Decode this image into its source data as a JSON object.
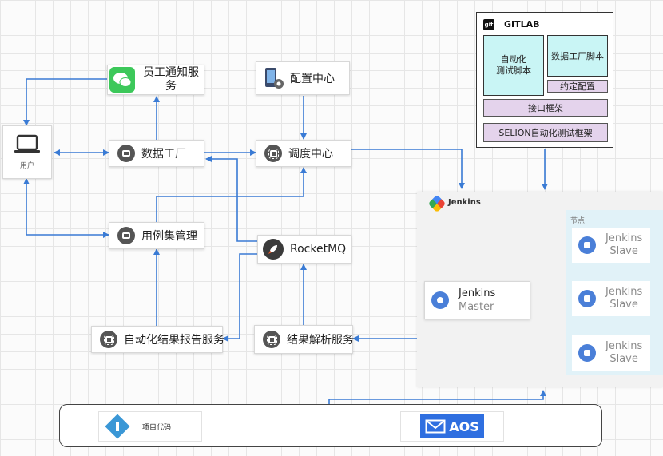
{
  "nodes": {
    "user": "用户",
    "notify": "员工通知服务",
    "config": "配置中心",
    "data_factory": "数据工厂",
    "scheduler": "调度中心",
    "case_mgmt": "用例集管理",
    "rocketmq": "RocketMQ",
    "report_service": "自动化结果报告服务",
    "parse_service": "结果解析服务"
  },
  "gitlab": {
    "title": "GITLAB",
    "auto_test_script": "自动化\n测试脚本",
    "data_factory_script": "数据工厂脚本",
    "convention_config": "约定配置",
    "api_framework": "接口框架",
    "selion_framework": "SELION自动化测试框架"
  },
  "jenkins": {
    "title": "Jenkins",
    "nodes_label": "节点",
    "master_line1": "Jenkins",
    "master_line2": "Master",
    "slave_line1": "Jenkins",
    "slave_line2": "Slave"
  },
  "bottom": {
    "project_code": "项目代码",
    "aos": "AOS"
  },
  "colors": {
    "arrow": "#3a7bd5",
    "cyan_box": "#c9f5f5",
    "purple_box": "#e4d3ec",
    "jenkins_panel": "#f2f2f2",
    "nodes_area": "#e1f2f8"
  }
}
